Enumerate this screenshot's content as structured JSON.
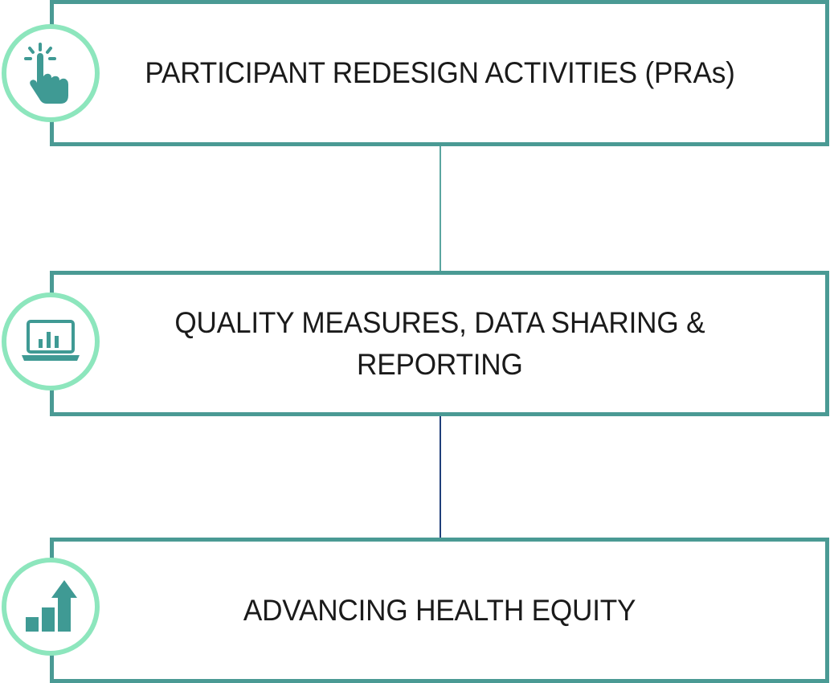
{
  "colors": {
    "box_border": "#4a9a94",
    "icon_ring": "#8de6bd",
    "icon_fill": "#3f9a94",
    "connector_top": "#5aa6a0",
    "connector_bottom": "#1f3f7a"
  },
  "steps": [
    {
      "label": "PARTICIPANT REDESIGN ACTIVITIES (PRAs)",
      "icon": "pointer-hand-icon"
    },
    {
      "label": "QUALITY MEASURES, DATA SHARING &\nREPORTING",
      "icon": "laptop-chart-icon"
    },
    {
      "label": "ADVANCING HEALTH EQUITY",
      "icon": "growth-bar-chart-icon"
    }
  ]
}
